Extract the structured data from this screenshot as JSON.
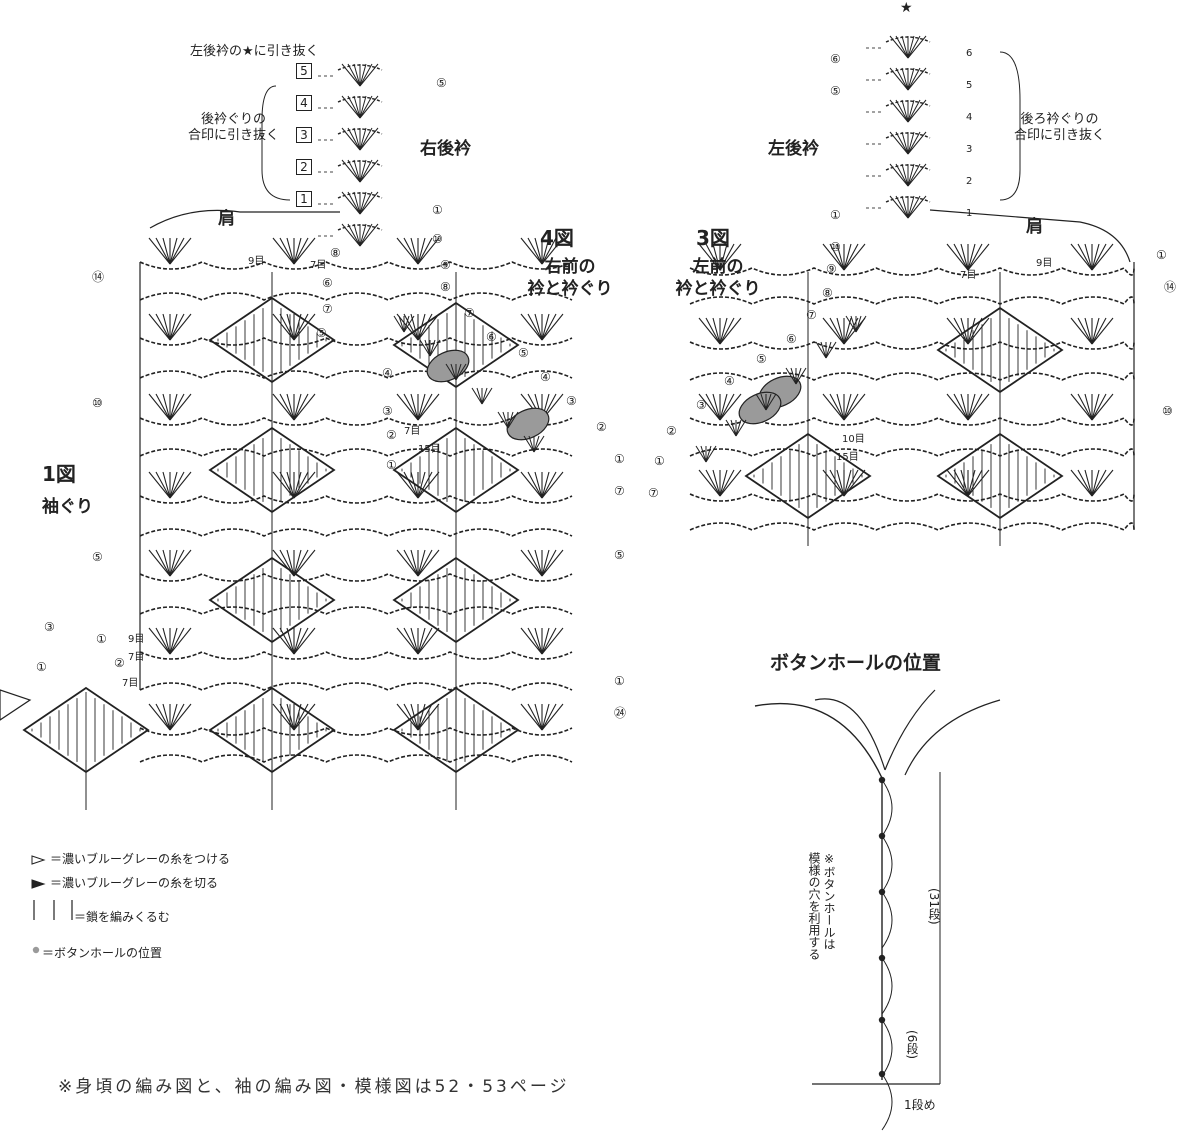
{
  "fig1": {
    "title": "1図",
    "subtitle": "袖ぐり",
    "back_collar": "右後衿",
    "shoulder": "肩",
    "collar_note_top": "左後衿の★に引き抜く",
    "collar_note_mid": "後衿ぐりの\n合印に引き抜く",
    "square_marks": [
      "5",
      "4",
      "3",
      "2",
      "1"
    ],
    "left_rows": [
      "⑭",
      "⑩",
      "⑤",
      "③",
      "①"
    ],
    "right_rows": [
      "⑤",
      "①",
      "⑩",
      "⑨",
      "⑧",
      "①",
      "⑦",
      "⑤",
      "①",
      "㉔"
    ],
    "inner_rows": [
      "⑧",
      "⑦",
      "⑥",
      "⑤",
      "④",
      "③",
      "②",
      "①",
      "②",
      "①"
    ],
    "stitch_counts": [
      "9目",
      "7目",
      "7目",
      "15目",
      "9目",
      "7目",
      "7目"
    ]
  },
  "fig4": {
    "title": "4図",
    "subtitle": "右前の\n衿と衿ぐり",
    "rows": [
      "⑦",
      "⑥",
      "⑤",
      "④",
      "③",
      "②"
    ]
  },
  "fig3": {
    "title": "3図",
    "subtitle": "左前の\n衿と衿ぐり",
    "back_collar": "左後衿",
    "shoulder": "肩",
    "star": "★",
    "collar_note": "後ろ衿ぐりの\n合印に引き抜く",
    "triangle_marks": [
      "6",
      "5",
      "4",
      "3",
      "2",
      "1"
    ],
    "left_rows": [
      "⑥",
      "⑤",
      "①",
      "⑩",
      "⑨",
      "⑧",
      "⑦",
      "⑥",
      "⑤",
      "④",
      "③",
      "②",
      "①",
      "⑦"
    ],
    "right_rows": [
      "①",
      "⑭",
      "⑩"
    ],
    "stitch_counts": [
      "9目",
      "7目",
      "10目",
      "15目"
    ]
  },
  "buttonhole": {
    "title": "ボタンホールの位置",
    "note": "※ボタンホールは\n模様の穴を利用する",
    "total_rows": "(31段)",
    "spacing_rows": "(6段)",
    "first_row": "1段め"
  },
  "legend": {
    "attach": "＝濃いブルーグレーの糸をつける",
    "cut": "＝濃いブルーグレーの糸を切る",
    "wrap": "＝鎖を編みくるむ",
    "buttonhole": "＝ボタンホールの位置"
  },
  "footnote": "※身頃の編み図と、袖の編み図・模様図は52・53ページ",
  "colors": {
    "ink": "#222222",
    "dash": "#444444",
    "fill": "#9a9a9a"
  }
}
